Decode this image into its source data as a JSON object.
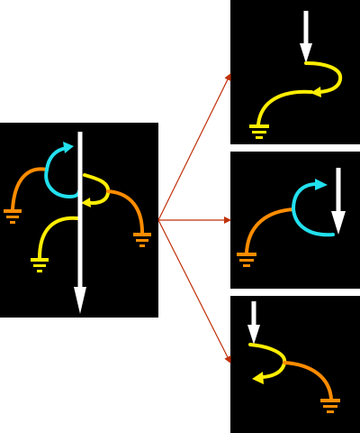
{
  "diagram": {
    "background": "#ffffff",
    "panel_background": "#000000",
    "connector_color": "#c0300a",
    "colors": {
      "white": "#ffffff",
      "cyan": "#22e0ee",
      "yellow": "#ffee00",
      "orange": "#ff8c00"
    },
    "panels": [
      {
        "id": "main-panel",
        "role": "source"
      },
      {
        "id": "top-right-panel",
        "role": "outcome"
      },
      {
        "id": "middle-right-panel",
        "role": "outcome"
      },
      {
        "id": "bottom-right-panel",
        "role": "outcome"
      }
    ],
    "connectors": [
      {
        "from": "main-panel",
        "to": "top-right-panel"
      },
      {
        "from": "main-panel",
        "to": "middle-right-panel"
      },
      {
        "from": "main-panel",
        "to": "bottom-right-panel"
      }
    ],
    "icons": [
      "arrow-icon",
      "ground-icon"
    ]
  }
}
